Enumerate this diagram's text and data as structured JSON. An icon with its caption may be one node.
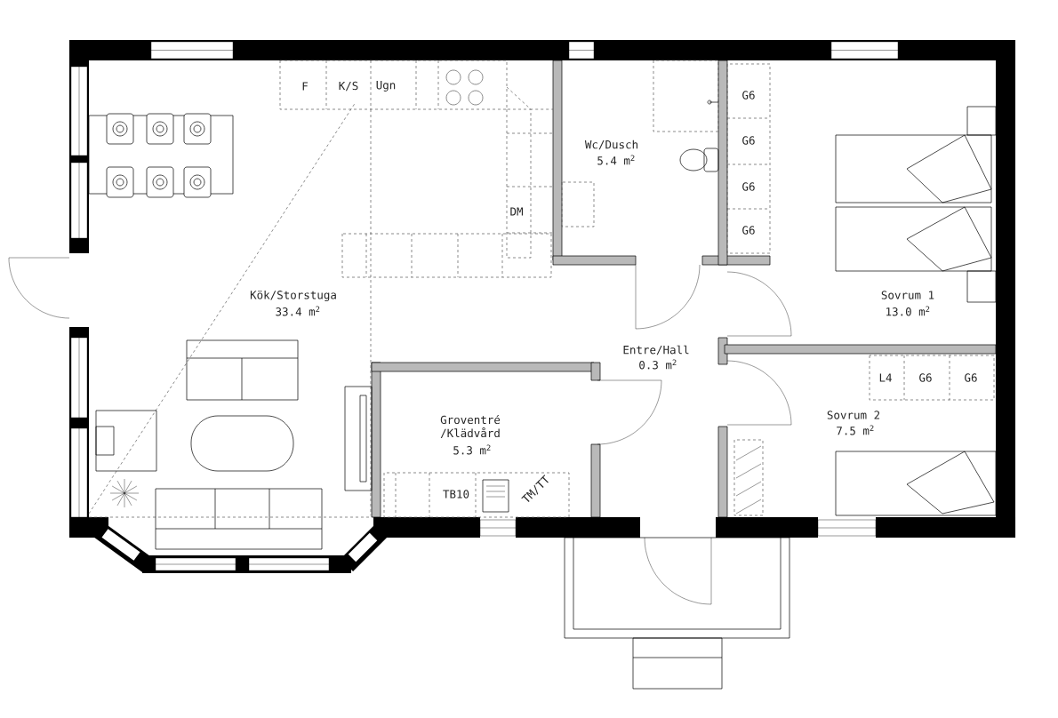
{
  "diagram": {
    "labels": [
      "F",
      "K/S",
      "Ugn",
      "Wc/Dusch",
      "5.4 m$^{2}$",
      "G6",
      "G6",
      "G6",
      "G6",
      "DM",
      "Kök/Storstuga",
      "33.4 m$^{2}$",
      "Sovrum 1",
      "13.0 m$^{2}$",
      "Entre/Hall",
      "0.3 m$^{2}$",
      "L4",
      "G6",
      "G6",
      "Groventré /Klädvård",
      "5.3 m$^{2}$",
      "Sovrum 2",
      "7.5 m$^{2}$",
      "TB10",
      "TM/TT"
    ]
  }
}
